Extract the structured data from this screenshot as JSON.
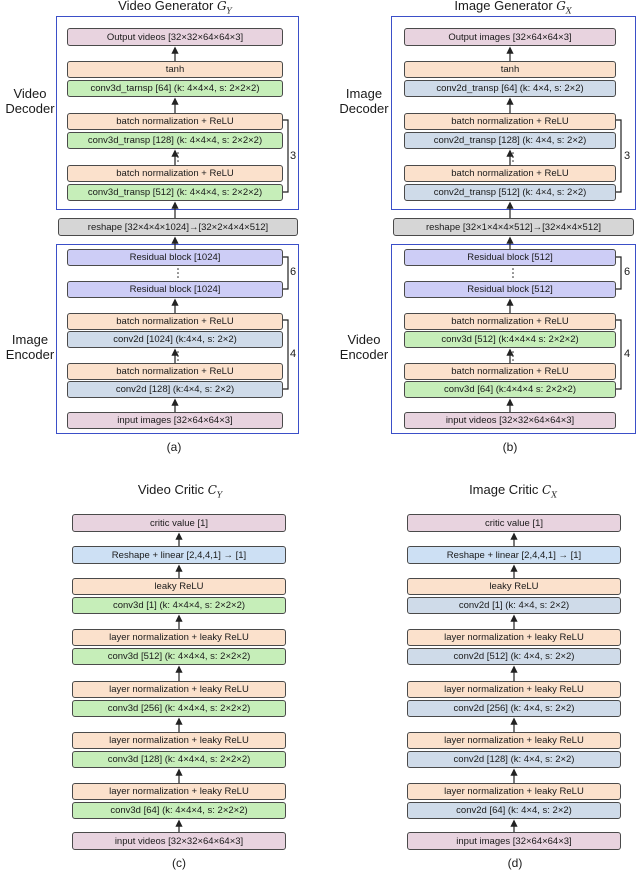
{
  "panels": {
    "a": {
      "title": "Video Generator",
      "title_sym": "G",
      "title_sub": "Y",
      "caption": "(a)",
      "decoder_label": [
        "Video",
        "Decoder"
      ],
      "encoder_label": [
        "Image",
        "Encoder"
      ],
      "decoder_repeat": "3",
      "encoder_repeat": "4",
      "residual_repeat": "6",
      "boxes": {
        "output": "Output videos [32×32×64×64×3]",
        "tanh": "tanh",
        "conv_top": "conv3d_tarnsp [64] (k: 4×4×4,  s: 2×2×2)",
        "bn1": "batch normalization + ReLU",
        "conv_mid": "conv3d_transp [128] (k: 4×4×4,  s: 2×2×2)",
        "bn2": "batch normalization + ReLU",
        "conv_low": "conv3d_transp [512] (k: 4×4×4,  s: 2×2×2)",
        "reshape": "reshape [32×4×4×1024]→[32×2×4×4×512]",
        "res1": "Residual block [1024]",
        "res2": "Residual block [1024]",
        "bn3": "batch normalization + ReLU",
        "enc_conv_top": "conv2d [1024] (k:4×4,  s: 2×2)",
        "bn4": "batch normalization + ReLU",
        "enc_conv_low": "conv2d [128] (k:4×4,  s: 2×2)",
        "input": "input images [32×64×64×3]"
      }
    },
    "b": {
      "title": "Image Generator",
      "title_sym": "G",
      "title_sub": "X",
      "caption": "(b)",
      "decoder_label": [
        "Image",
        "Decoder"
      ],
      "encoder_label": [
        "Video",
        "Encoder"
      ],
      "decoder_repeat": "3",
      "encoder_repeat": "4",
      "residual_repeat": "6",
      "boxes": {
        "output": "Output images [32×64×64×3]",
        "tanh": "tanh",
        "conv_top": "conv2d_transp [64] (k: 4×4,  s: 2×2)",
        "bn1": "batch normalization + ReLU",
        "conv_mid": "conv2d_transp [128] (k: 4×4,  s: 2×2)",
        "bn2": "batch normalization + ReLU",
        "conv_low": "conv2d_transp [512] (k: 4×4,  s: 2×2)",
        "reshape": "reshape [32×1×4×4×512]→[32×4×4×512]",
        "res1": "Residual block [512]",
        "res2": "Residual block [512]",
        "bn3": "batch normalization + ReLU",
        "enc_conv_top": "conv3d [512] (k:4×4×4 s: 2×2×2)",
        "bn4": "batch normalization + ReLU",
        "enc_conv_low": "conv3d [64] (k:4×4×4 s: 2×2×2)",
        "input": "input videos [32×32×64×64×3]"
      }
    },
    "c": {
      "title": "Video Critic",
      "title_sym": "C",
      "title_sub": "Y",
      "caption": "(c)",
      "boxes": [
        "critic value [1]",
        "Reshape + linear [2,4,4,1] → [1]",
        "leaky ReLU",
        "conv3d [1] (k: 4×4×4,  s: 2×2×2)",
        "layer normalization + leaky ReLU",
        "conv3d [512] (k: 4×4×4,  s: 2×2×2)",
        "layer normalization + leaky ReLU",
        "conv3d [256] (k: 4×4×4,  s: 2×2×2)",
        "layer normalization + leaky ReLU",
        "conv3d [128] (k: 4×4×4,  s: 2×2×2)",
        "layer normalization + leaky ReLU",
        "conv3d [64] (k: 4×4×4,  s: 2×2×2)",
        "input videos [32×32×64×64×3]"
      ]
    },
    "d": {
      "title": "Image Critic",
      "title_sym": "C",
      "title_sub": "X",
      "caption": "(d)",
      "boxes": [
        "critic value [1]",
        "Reshape + linear [2,4,4,1] → [1]",
        "leaky ReLU",
        "conv2d [1] (k: 4×4,  s: 2×2)",
        "layer normalization + leaky ReLU",
        "conv2d [512] (k: 4×4,  s: 2×2)",
        "layer normalization + leaky ReLU",
        "conv2d [256] (k: 4×4,  s: 2×2)",
        "layer normalization + leaky ReLU",
        "conv2d [128] (k: 4×4,  s: 2×2)",
        "layer normalization + leaky ReLU",
        "conv2d [64] (k: 4×4,  s: 2×2)",
        "input images [32×64×64×3]"
      ]
    }
  },
  "colors": {
    "frame": "#3b4fc8",
    "io": "#e8d3df",
    "norm": "#fbe1cc",
    "conv3d": "#c6eeb9",
    "conv2d": "#cfdbe9",
    "residual": "#cdcdf6",
    "reshape": "#d6d6d6",
    "linear": "#cde0f4"
  }
}
